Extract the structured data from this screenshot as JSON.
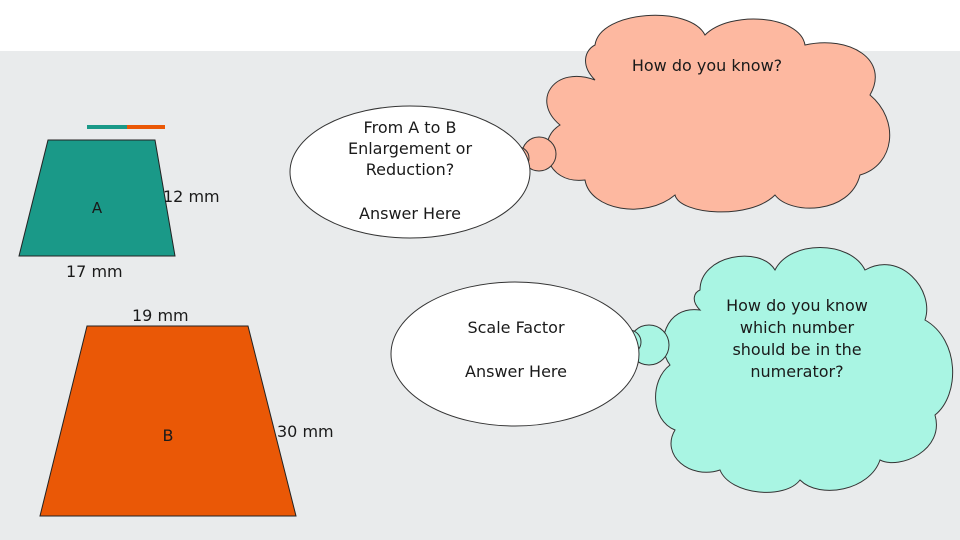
{
  "shapes": {
    "a": {
      "label": "A",
      "slant_label": "12 mm",
      "base_label": "17 mm",
      "fill": "#1a9988"
    },
    "b": {
      "label": "B",
      "top_label": "19 mm",
      "slant_label": "30 mm",
      "fill": "#ea5806"
    }
  },
  "legend_bar": {
    "left_color": "#1a9988",
    "right_color": "#ea5806"
  },
  "bubble1": {
    "line1": "From A to B",
    "line2": "Enlargement or",
    "line3": "Reduction?",
    "answer": "Answer Here"
  },
  "cloud1": {
    "text": "How do you know?",
    "fill": "#fdb8a0"
  },
  "bubble2": {
    "line1": "Scale Factor",
    "answer": "Answer Here"
  },
  "cloud2": {
    "line1": "How do you know",
    "line2": "which number",
    "line3": "should be in the",
    "line4": "numerator?",
    "fill": "#a9f5e3"
  }
}
